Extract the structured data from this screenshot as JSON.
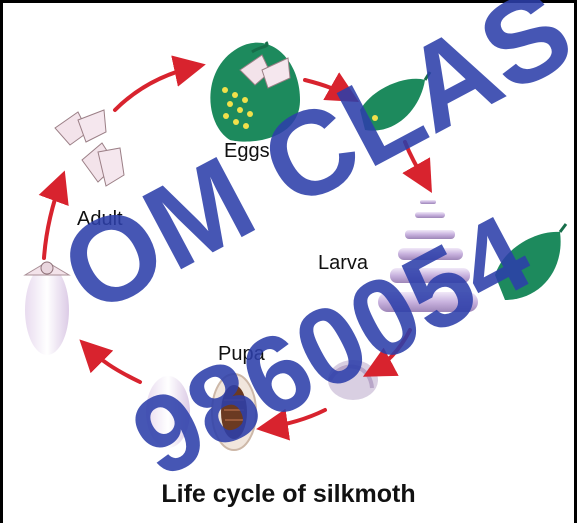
{
  "stages": {
    "eggs": "Eggs",
    "larva": "Larva",
    "pupa": "Pupa",
    "adult": "Adult"
  },
  "caption": "Life cycle of silkmoth",
  "watermark": {
    "text_top": "OM CLAS",
    "text_diag": "9860054",
    "color": "#2c3faa"
  },
  "colors": {
    "arrow": "#d8232e",
    "leaf": "#1d8a5d",
    "cocoon": "#f4eef7",
    "larva": "#cdb7e0"
  },
  "icons": [
    "leaf-icon",
    "moth-icon",
    "larva-icon",
    "cocoon-icon"
  ]
}
